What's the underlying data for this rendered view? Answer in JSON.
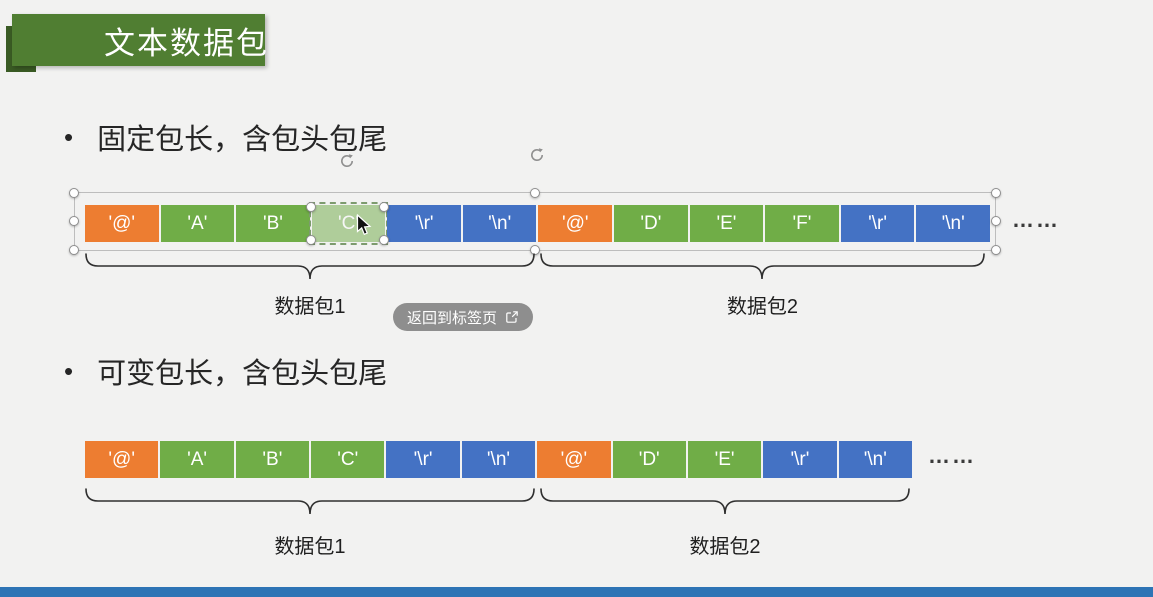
{
  "title_banner": {
    "text": "文本数据包"
  },
  "bullet_char": "•",
  "bullets": [
    {
      "text": "固定包长，含包头包尾"
    },
    {
      "text": "可变包长，含包头包尾"
    }
  ],
  "colors": {
    "orange": "#ED7D31",
    "green": "#70AD47",
    "blue": "#4472C4",
    "banner_green": "#507E32",
    "banner_fold": "#3A5B24",
    "footer_blue": "#2E74B5"
  },
  "rows": [
    {
      "name": "fixed-length-packet",
      "cells": [
        {
          "label": "'@'",
          "color": "orange"
        },
        {
          "label": "'A'",
          "color": "green"
        },
        {
          "label": "'B'",
          "color": "green"
        },
        {
          "label": "'C'",
          "color": "green",
          "selected": true
        },
        {
          "label": "'\\r'",
          "color": "blue"
        },
        {
          "label": "'\\n'",
          "color": "blue"
        },
        {
          "label": "'@'",
          "color": "orange"
        },
        {
          "label": "'D'",
          "color": "green"
        },
        {
          "label": "'E'",
          "color": "green"
        },
        {
          "label": "'F'",
          "color": "green"
        },
        {
          "label": "'\\r'",
          "color": "blue"
        },
        {
          "label": "'\\n'",
          "color": "blue"
        }
      ],
      "ellipsis": "……",
      "braces": [
        {
          "label": "数据包1"
        },
        {
          "label": "数据包2"
        }
      ]
    },
    {
      "name": "variable-length-packet",
      "cells": [
        {
          "label": "'@'",
          "color": "orange"
        },
        {
          "label": "'A'",
          "color": "green"
        },
        {
          "label": "'B'",
          "color": "green"
        },
        {
          "label": "'C'",
          "color": "green"
        },
        {
          "label": "'\\r'",
          "color": "blue"
        },
        {
          "label": "'\\n'",
          "color": "blue"
        },
        {
          "label": "'@'",
          "color": "orange"
        },
        {
          "label": "'D'",
          "color": "green"
        },
        {
          "label": "'E'",
          "color": "green"
        },
        {
          "label": "'\\r'",
          "color": "blue"
        },
        {
          "label": "'\\n'",
          "color": "blue"
        }
      ],
      "ellipsis": "……",
      "braces": [
        {
          "label": "数据包1"
        },
        {
          "label": "数据包2"
        }
      ]
    }
  ],
  "tooltip": {
    "text": "返回到标签页",
    "icon": "external-link-icon"
  }
}
